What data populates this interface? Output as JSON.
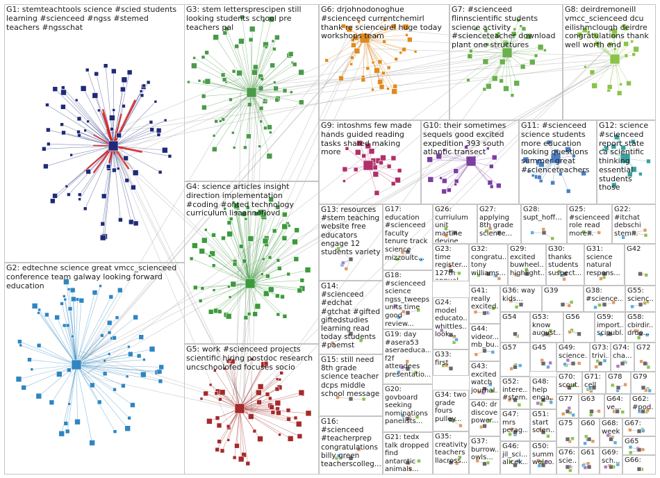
{
  "groups": [
    {
      "id": "G1",
      "label": "G1: stemteachtools science #scied students learning #scienceed #ngss #stemed teachers #ngsschat",
      "color": "#1f2a78"
    },
    {
      "id": "G2",
      "label": "G2: edtechne science great vmcc_scienceed conference team galway looking forward education",
      "color": "#2e86c1"
    },
    {
      "id": "G3",
      "label": "G3: stem lettersprescipen still looking students school pre teachers pal",
      "color": "#4a9a4a"
    },
    {
      "id": "G4",
      "label": "G4: science articles insight direction implementation #coding #onted technology curriculum lisaanneflovd",
      "color": "#3c9a3c"
    },
    {
      "id": "G5",
      "label": "G5: work #scienceed projects scientific hiring postdoc research uncschoolofed focuses socio",
      "color": "#a52a2a"
    },
    {
      "id": "G6",
      "label": "G6: drjohnodonoghue #scienceed currentchemirl thank re scienceirel huge today workshops team",
      "color": "#e08a1e"
    },
    {
      "id": "G7",
      "label": "G7: #scienceed flinnscientific students science activity #scienceteacher download plant one structures",
      "color": "#6ab04c"
    },
    {
      "id": "G8",
      "label": "G8: deirdremoneill vmcc_scienceed dcu eilishmclough deirdre congratulations thank well worth end",
      "color": "#8bc34a"
    },
    {
      "id": "G9",
      "label": "G9: intoshms few made hands guided reading tasks shared making more",
      "color": "#b0306a"
    },
    {
      "id": "G10",
      "label": "G10: their sometimes sequels good excited expedition 393 south atlantic transect",
      "color": "#7a3fa0"
    },
    {
      "id": "G11",
      "label": "G11: #scienceed science students more education looking questions summer great #scienceteachers",
      "color": "#4a7fc1"
    },
    {
      "id": "G12",
      "label": "G12: science #scienceed report state ca scientific thinking essential students those",
      "color": "#3aa0a0"
    },
    {
      "id": "G13",
      "label": "G13: resources #stem teaching website free educators engage 12 students variety",
      "color": "#999999"
    },
    {
      "id": "G14",
      "label": "G14: #scienceed #edchat #gtchat #gifted giftedstudies learning read today students #paemst",
      "color": "#999999"
    },
    {
      "id": "G15",
      "label": "G15: still need 8th grade science teacher dcps middle school message",
      "color": "#999999"
    },
    {
      "id": "G16",
      "label": "G16: #scienceed #teacherprep congratulations billy green teacherscolleg...",
      "color": "#999999"
    },
    {
      "id": "G17",
      "label": "G17: education #scienceed faculty tenure track science mizzoultc...",
      "color": "#999999"
    },
    {
      "id": "G18",
      "label": "G18: #scienceed science ngss_tweeps units time good review...",
      "color": "#999999"
    },
    {
      "id": "G19",
      "label": "G19: day #asera53 aseraeduca... f2f attendees presentatio...",
      "color": "#999999"
    },
    {
      "id": "G20",
      "label": "G20: govboard seeking nominations panelists...",
      "color": "#999999"
    },
    {
      "id": "G21",
      "label": "G21: tedx talk dropped find antarctic animals...",
      "color": "#999999"
    },
    {
      "id": "G22",
      "label": "G22: #itchat debschi stem...",
      "color": "#999999"
    },
    {
      "id": "G23",
      "label": "G23: time register... 127th annual...",
      "color": "#999999"
    },
    {
      "id": "G24",
      "label": "G24: model educato... whittles... look...",
      "color": "#999999"
    },
    {
      "id": "G25",
      "label": "G25: #scienceed role read more...",
      "color": "#999999"
    },
    {
      "id": "G26",
      "label": "G26: curriulum unit martine devine...",
      "color": "#999999"
    },
    {
      "id": "G27",
      "label": "G27: applying 8th grade science...",
      "color": "#999999"
    },
    {
      "id": "G28",
      "label": "G28: supt_hoff...",
      "color": "#999999"
    },
    {
      "id": "G29",
      "label": "G29: excited buwheel... highlight...",
      "color": "#999999"
    },
    {
      "id": "G30",
      "label": "G30: thanks students suspect...",
      "color": "#999999"
    },
    {
      "id": "G31",
      "label": "G31: science natural respons...",
      "color": "#999999"
    },
    {
      "id": "G32",
      "label": "G32: congratu... tony williams...",
      "color": "#999999"
    },
    {
      "id": "G33",
      "label": "G33: first",
      "color": "#999999"
    },
    {
      "id": "G34",
      "label": "G34: two grade fours pulley...",
      "color": "#999999"
    },
    {
      "id": "G35",
      "label": "G35: creativity teachers llacross...",
      "color": "#999999"
    },
    {
      "id": "G36",
      "label": "G36: way kids...",
      "color": "#999999"
    },
    {
      "id": "G37",
      "label": "G37: burrow... owls...",
      "color": "#999999"
    },
    {
      "id": "G38",
      "label": "G38: #science...",
      "color": "#999999"
    },
    {
      "id": "G39",
      "label": "G39",
      "color": "#999999"
    },
    {
      "id": "G40",
      "label": "G40: dr discover... power...",
      "color": "#999999"
    },
    {
      "id": "G41",
      "label": "G41: really excited...",
      "color": "#999999"
    },
    {
      "id": "G42",
      "label": "G42",
      "color": "#999999"
    },
    {
      "id": "G43",
      "label": "G43: excited watch journal...",
      "color": "#999999"
    },
    {
      "id": "G44",
      "label": "G44: videor... mb_bu...",
      "color": "#999999"
    },
    {
      "id": "G45",
      "label": "G45",
      "color": "#999999"
    },
    {
      "id": "G46",
      "label": "G46: jil_sci... alicek...",
      "color": "#999999"
    },
    {
      "id": "G47",
      "label": "G47: mrs perag...",
      "color": "#999999"
    },
    {
      "id": "G48",
      "label": "G48: help enga...",
      "color": "#999999"
    },
    {
      "id": "G49",
      "label": "G49: science...",
      "color": "#999999"
    },
    {
      "id": "G50",
      "label": "G50: summ... welco...",
      "color": "#999999"
    },
    {
      "id": "G51",
      "label": "G51: start scien...",
      "color": "#999999"
    },
    {
      "id": "G52",
      "label": "G52: intere... #stem...",
      "color": "#999999"
    },
    {
      "id": "G53",
      "label": "G53: know august...",
      "color": "#999999"
    },
    {
      "id": "G54",
      "label": "G54",
      "color": "#999999"
    },
    {
      "id": "G55",
      "label": "G55: scienc...",
      "color": "#999999"
    },
    {
      "id": "G56",
      "label": "G56",
      "color": "#999999"
    },
    {
      "id": "G57",
      "label": "G57",
      "color": "#999999"
    },
    {
      "id": "G58",
      "label": "G58: cbirdir... drdo...",
      "color": "#999999"
    },
    {
      "id": "G59",
      "label": "G59: import... scipubl...",
      "color": "#999999"
    },
    {
      "id": "G60",
      "label": "G60",
      "color": "#999999"
    },
    {
      "id": "G61",
      "label": "G61",
      "color": "#999999"
    },
    {
      "id": "G62",
      "label": "G62: #pod...",
      "color": "#999999"
    },
    {
      "id": "G63",
      "label": "G63",
      "color": "#999999"
    },
    {
      "id": "G64",
      "label": "G64: ve...",
      "color": "#999999"
    },
    {
      "id": "G65",
      "label": "G65",
      "color": "#999999"
    },
    {
      "id": "G66",
      "label": "G66:",
      "color": "#999999"
    },
    {
      "id": "G67",
      "label": "G67:",
      "color": "#999999"
    },
    {
      "id": "G68",
      "label": "G68: week",
      "color": "#999999"
    },
    {
      "id": "G69",
      "label": "G69: sch...",
      "color": "#999999"
    },
    {
      "id": "G70",
      "label": "G70: scout...",
      "color": "#999999"
    },
    {
      "id": "G71",
      "label": "G71: cell",
      "color": "#999999"
    },
    {
      "id": "G72",
      "label": "G72",
      "color": "#999999"
    },
    {
      "id": "G73",
      "label": "G73: trivi...",
      "color": "#999999"
    },
    {
      "id": "G74",
      "label": "G74: cha...",
      "color": "#999999"
    },
    {
      "id": "G75",
      "label": "G75",
      "color": "#999999"
    },
    {
      "id": "G76",
      "label": "G76: scie...",
      "color": "#999999"
    },
    {
      "id": "G77",
      "label": "G77",
      "color": "#999999"
    },
    {
      "id": "G78",
      "label": "G78",
      "color": "#999999"
    },
    {
      "id": "G79",
      "label": "G79",
      "color": "#999999"
    }
  ]
}
